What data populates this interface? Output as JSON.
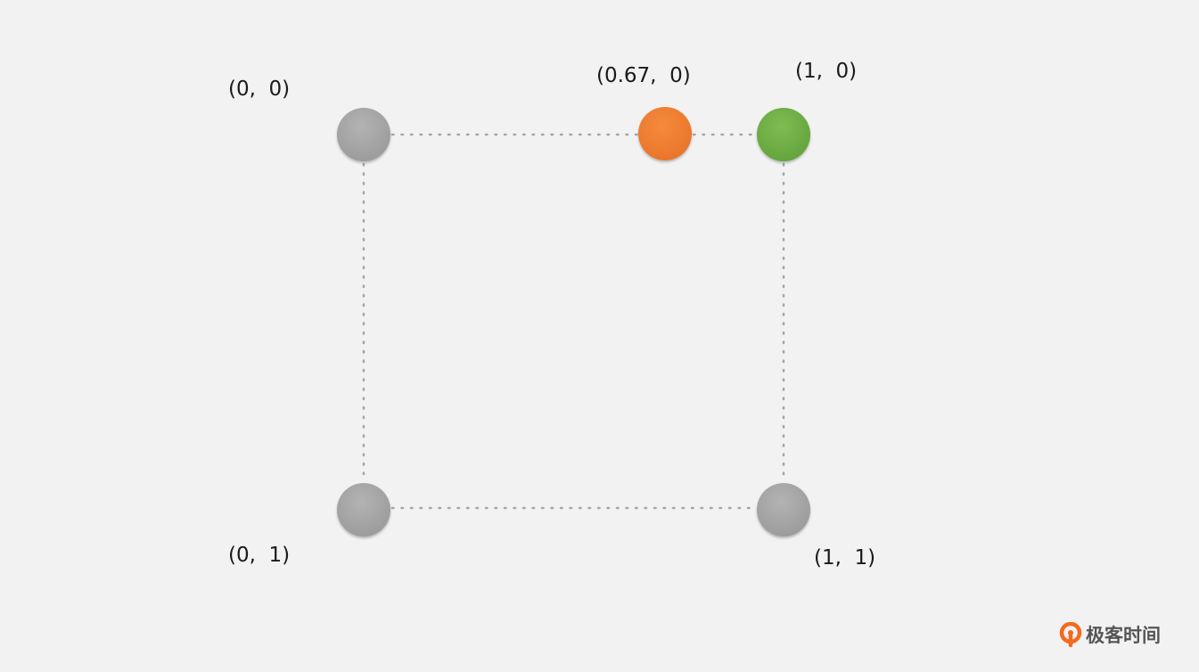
{
  "diagram": {
    "points": [
      {
        "id": "top-left",
        "label": "(0,  0)",
        "color": "#a6a6a6"
      },
      {
        "id": "top-middle",
        "label": "(0.67,  0)",
        "color": "#ed7d31"
      },
      {
        "id": "top-right",
        "label": "(1,  0)",
        "color": "#70ad47"
      },
      {
        "id": "bottom-left",
        "label": "(0,  1)",
        "color": "#a6a6a6"
      },
      {
        "id": "bottom-right",
        "label": "(1,  1)",
        "color": "#a6a6a6"
      }
    ],
    "edge_color": "#a6a6a6"
  },
  "logo": {
    "text": "极客时间",
    "accent": "#f26b1f"
  }
}
